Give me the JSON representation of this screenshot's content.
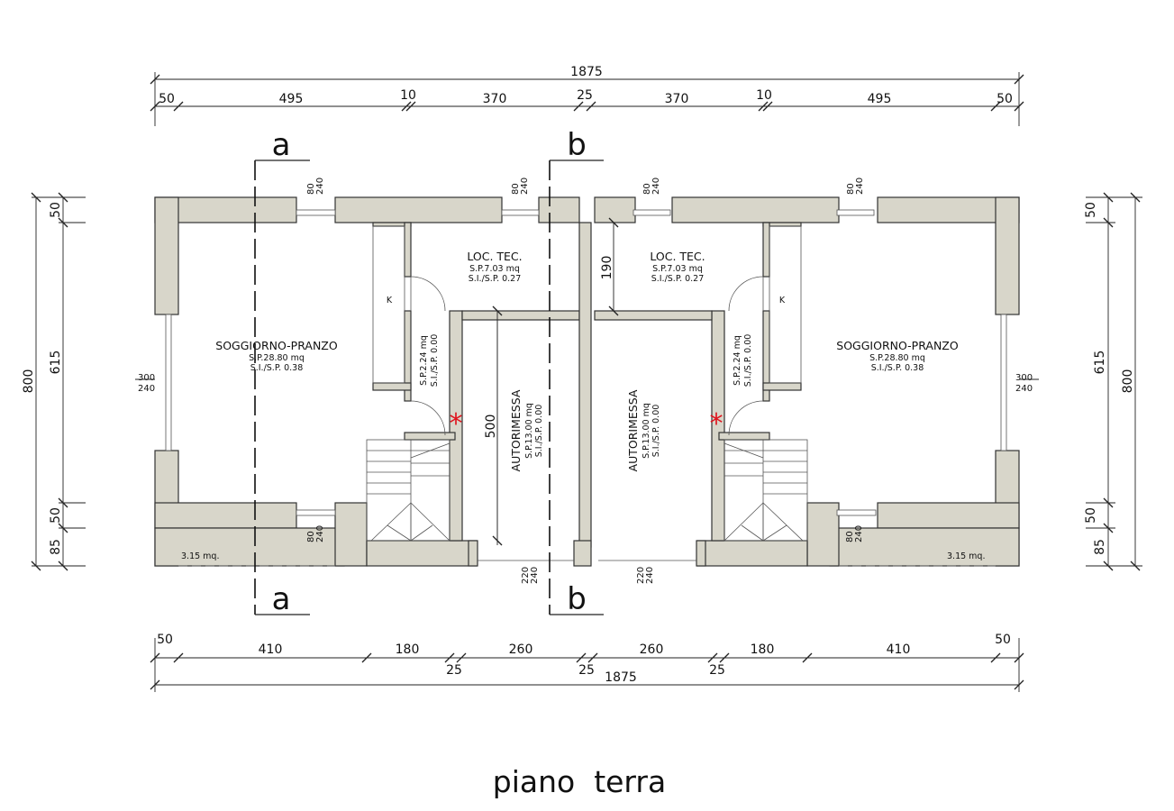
{
  "dimensions": {
    "top_total": "1875",
    "top_parts": [
      "50",
      "495",
      "10",
      "370",
      "25",
      "370",
      "10",
      "495",
      "50"
    ],
    "bottom_parts": [
      "50",
      "410",
      "180",
      "260",
      "260",
      "180",
      "410",
      "50"
    ],
    "bottom_small": [
      "25",
      "25",
      "25"
    ],
    "bottom_total": "1875",
    "left_side": [
      "50",
      "615",
      "50",
      "85"
    ],
    "left_total": "800",
    "right_side": [
      "50",
      "615",
      "50",
      "85"
    ],
    "right_total": "800",
    "loc_height": "190",
    "garage_length": "500"
  },
  "openings": {
    "window_top": [
      "80",
      "240"
    ],
    "window_side": [
      "300",
      "240"
    ],
    "garage_door": [
      "220",
      "240"
    ]
  },
  "sections": {
    "a": "a",
    "b": "b"
  },
  "rooms": {
    "soggiorno": {
      "name": "SOGGIORNO-PRANZO",
      "sp": "S.P.28.80 mq",
      "si": "S.I./S.P. 0.38"
    },
    "loc_tec": {
      "name": "LOC. TEC.",
      "sp": "S.P.7.03 mq",
      "si": "S.I./S.P. 0.27"
    },
    "bagno": {
      "sp": "S.P.2.24 mq",
      "si": "S.I./S.P. 0.00"
    },
    "autorimessa": {
      "name": "AUTORIMESSA",
      "sp": "S.P.13.00 mq",
      "si": "S.I./S.P. 0.00"
    },
    "kitchen": "K",
    "portico": "3.15 mq."
  },
  "marker": "*",
  "caption": "piano  terra",
  "colors": {
    "wall": "#d8d6ca",
    "marker": "#e0141e"
  }
}
